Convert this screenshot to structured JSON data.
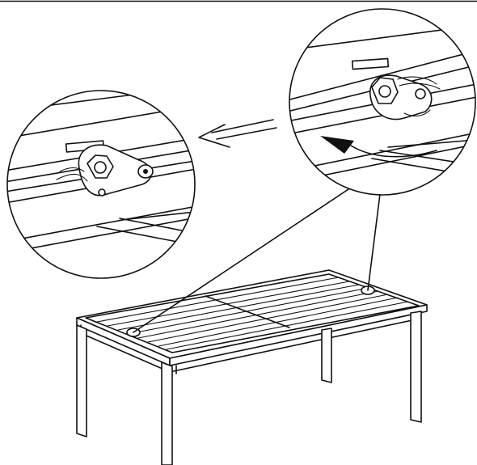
{
  "figure": {
    "kind": "assembly-illustration",
    "subject": "table",
    "callouts": 2,
    "callout_arrow": "pointing-left",
    "rotation_arrow": "indicating-turn-of-latch"
  },
  "colors": {
    "line": "#111111",
    "background": "#ffffff"
  },
  "icons": [
    "arrow-left-icon",
    "rotate-arrow-icon",
    "latch-clip-icon"
  ]
}
